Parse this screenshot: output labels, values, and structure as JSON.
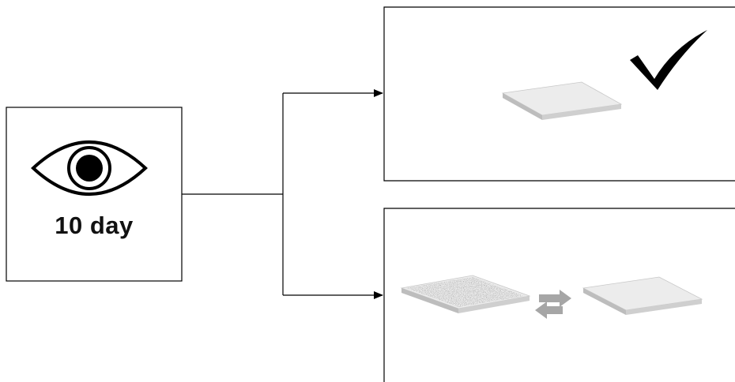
{
  "observation": {
    "label": "10 day",
    "icon": "eye-icon"
  },
  "outcomes": [
    {
      "id": "top",
      "icons": [
        "clean-slab-icon",
        "checkmark-icon"
      ]
    },
    {
      "id": "bottom",
      "icons": [
        "contaminated-slab-icon",
        "exchange-arrows-icon",
        "clean-slab-icon"
      ]
    }
  ],
  "colors": {
    "line": "#000000",
    "slab_top": "#ececec",
    "slab_side": "#bdbdbd",
    "exchange_arrows": "#a6a6a6"
  }
}
